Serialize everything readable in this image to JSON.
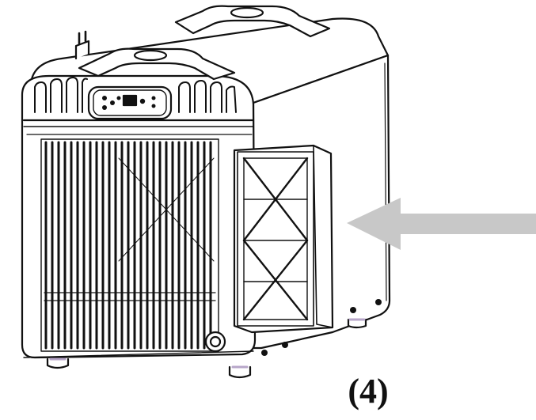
{
  "figure": {
    "step_label": "(4)"
  },
  "colors": {
    "line": "#111111",
    "arrow": "#c8c8c8",
    "background": "#ffffff",
    "foot_accent": "#b7a6c9"
  },
  "icons": {
    "device": "dehumidifier-unit",
    "filter": "air-filter-panel",
    "arrow": "insert-direction-arrow"
  }
}
